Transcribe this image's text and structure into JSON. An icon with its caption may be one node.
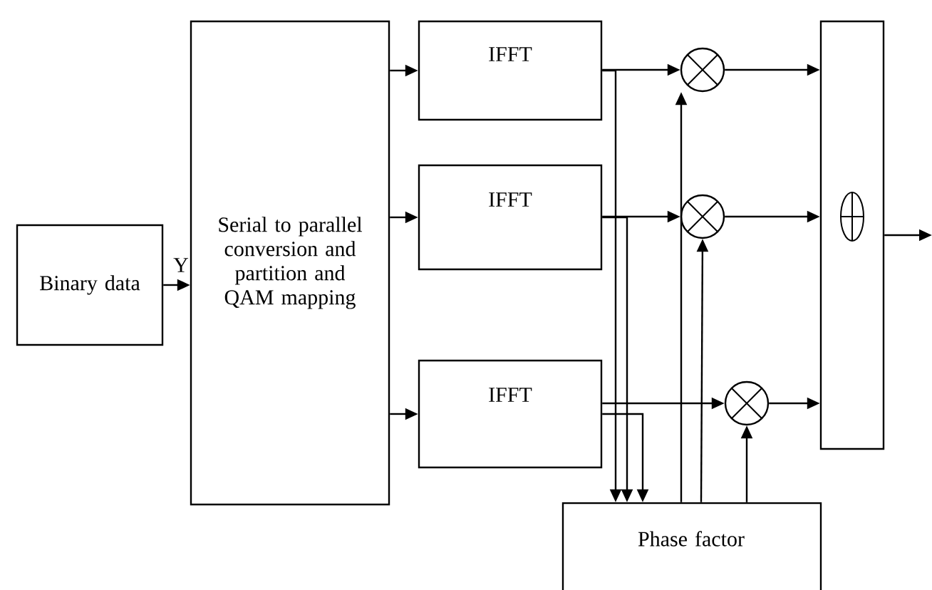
{
  "diagram": {
    "nodes": [
      {
        "text": [
          "Binary data"
        ]
      },
      {
        "text": [
          "Serial to parallel conversion and partition and QAM mapping"
        ]
      },
      {
        "text": [
          "IFFT"
        ]
      },
      {
        "text": [
          "IFFT"
        ]
      },
      {
        "text": [
          "IFFT"
        ]
      },
      {
        "text": [],
        "shape": "circle"
      },
      {
        "text": [],
        "shape": "circle"
      },
      {
        "text": [],
        "shape": "circle"
      },
      {
        "text": [],
        "shape": "box"
      },
      {
        "text": [
          "Phase factor"
        ]
      }
    ],
    "edges": [
      {
        "from": 0,
        "to": 1,
        "arrow": "to",
        "label": "Y"
      },
      {
        "from": 1,
        "to": 2,
        "arrow": "to"
      },
      {
        "from": 1,
        "to": 3,
        "arrow": "to"
      },
      {
        "from": 1,
        "to": 4,
        "arrow": "to"
      },
      {
        "from": 2,
        "to": 5,
        "arrow": "to"
      },
      {
        "from": 3,
        "to": 6,
        "arrow": "to"
      },
      {
        "from": 4,
        "to": 7,
        "arrow": "to"
      },
      {
        "from": 2,
        "to": 9,
        "arrow": "to"
      },
      {
        "from": 3,
        "to": 9,
        "arrow": "to"
      },
      {
        "from": 4,
        "to": 9,
        "arrow": "to"
      },
      {
        "from": 9,
        "to": 5,
        "arrow": "to"
      },
      {
        "from": 9,
        "to": 6,
        "arrow": "to"
      },
      {
        "from": 9,
        "to": 7,
        "arrow": "to"
      },
      {
        "from": 5,
        "to": 8,
        "arrow": "to"
      },
      {
        "from": 6,
        "to": 8,
        "arrow": "to"
      },
      {
        "from": 7,
        "to": 8,
        "arrow": "to"
      },
      {
        "from": 8,
        "to": null,
        "arrow": "to"
      }
    ]
  }
}
